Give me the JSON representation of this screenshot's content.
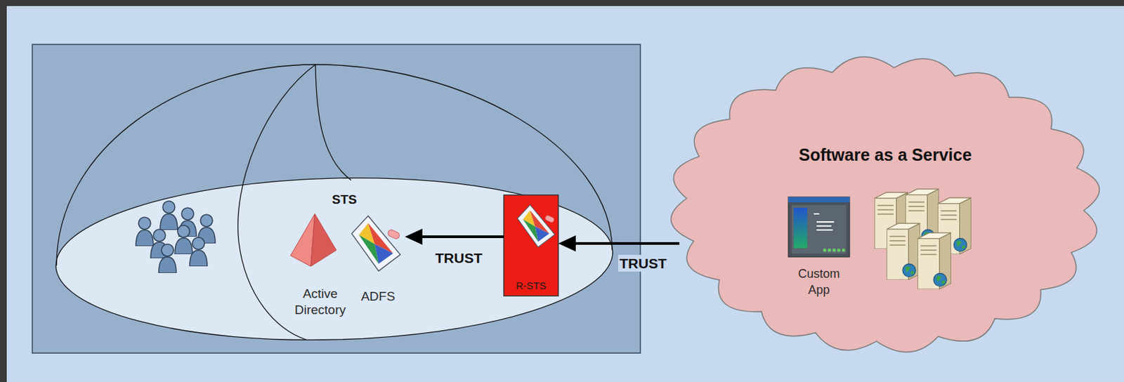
{
  "diagram": {
    "nodes": [
      {
        "text": [
          "Active Directory"
        ]
      },
      {
        "text": [
          "ADFS"
        ]
      },
      {
        "text": [
          "R-STS"
        ]
      },
      {
        "text": [
          "Software as a Service"
        ]
      },
      {
        "text": [
          "Custom App"
        ],
        "in": 3
      }
    ],
    "edges": [
      {
        "from": 2,
        "to": 1,
        "arrow": "to",
        "label": "TRUST"
      },
      {
        "from": 3,
        "to": 2,
        "arrow": "to",
        "label": "TRUST"
      }
    ],
    "labels": [
      "STS"
    ]
  }
}
